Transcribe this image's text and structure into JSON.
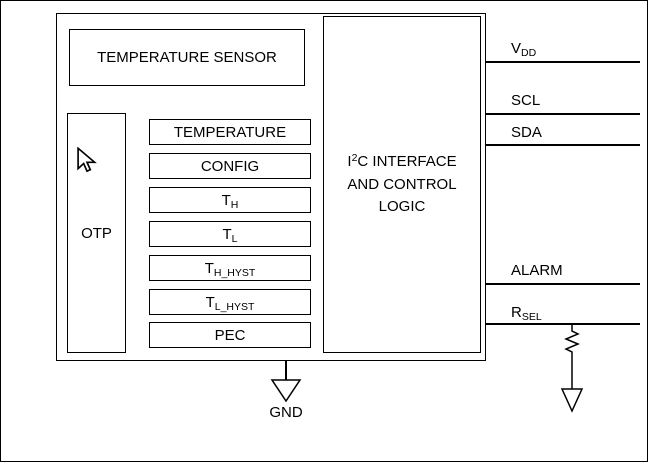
{
  "blocks": {
    "temperature_sensor": "TEMPERATURE SENSOR",
    "otp": "OTP",
    "i2c": {
      "pre": "I",
      "sup": "2",
      "post": "C INTERFACE",
      "line2": "AND CONTROL",
      "line3": "LOGIC"
    }
  },
  "registers": [
    {
      "main": "TEMPERATURE",
      "sub": ""
    },
    {
      "main": "CONFIG",
      "sub": ""
    },
    {
      "main": "T",
      "sub": "H"
    },
    {
      "main": "T",
      "sub": "L"
    },
    {
      "main": "T",
      "sub": "H_HYST"
    },
    {
      "main": "T",
      "sub": "L_HYST"
    },
    {
      "main": "PEC",
      "sub": ""
    }
  ],
  "pins": [
    {
      "main": "V",
      "sub": "DD"
    },
    {
      "main": "SCL",
      "sub": ""
    },
    {
      "main": "SDA",
      "sub": ""
    },
    {
      "main": "ALARM",
      "sub": ""
    },
    {
      "main": "R",
      "sub": "SEL"
    }
  ],
  "ground_label": "GND",
  "colors": {
    "line": "#000000",
    "background": "#ffffff"
  }
}
